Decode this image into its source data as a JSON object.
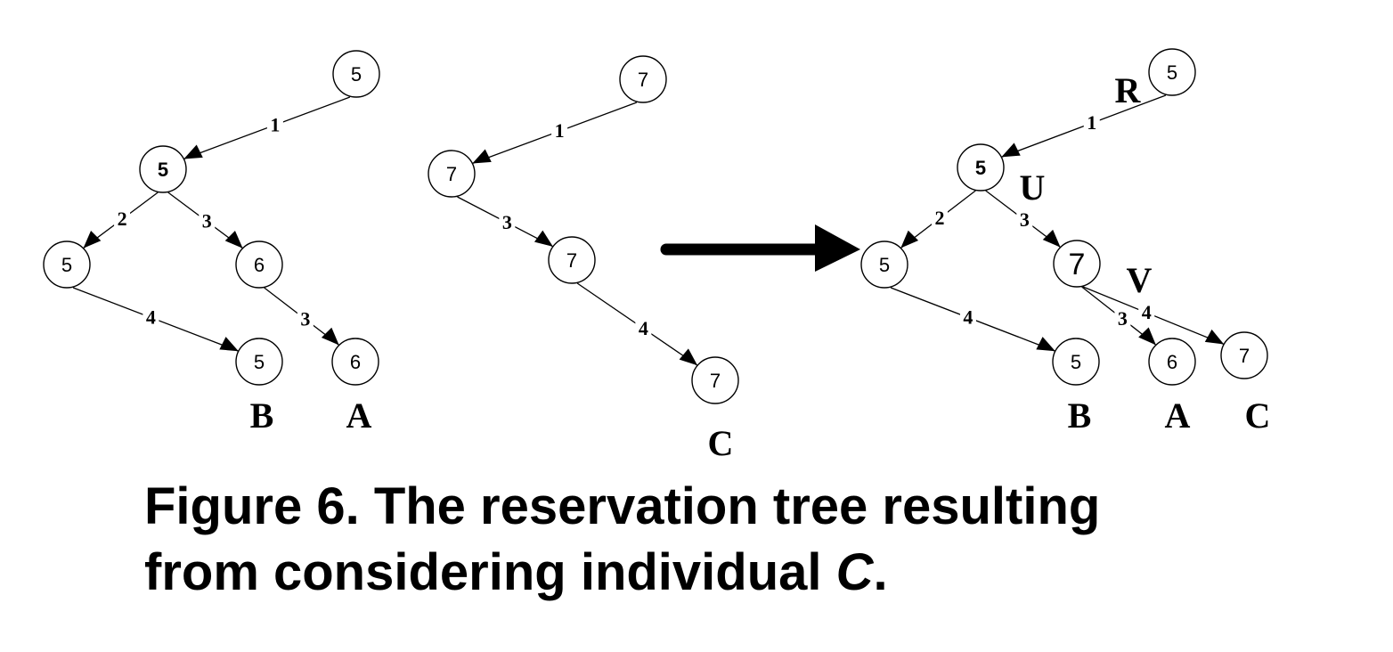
{
  "trees": [
    {
      "nodes": [
        {
          "id": "t1n1",
          "label": "5"
        },
        {
          "id": "t1n2",
          "label": "5",
          "bold": true
        },
        {
          "id": "t1n3",
          "label": "5"
        },
        {
          "id": "t1n4",
          "label": "6"
        },
        {
          "id": "t1n5",
          "label": "5"
        },
        {
          "id": "t1n6",
          "label": "6"
        }
      ],
      "edges": [
        {
          "from": "t1n1",
          "to": "t1n2",
          "weight": "1"
        },
        {
          "from": "t1n2",
          "to": "t1n3",
          "weight": "2"
        },
        {
          "from": "t1n2",
          "to": "t1n4",
          "weight": "3"
        },
        {
          "from": "t1n3",
          "to": "t1n5",
          "weight": "4"
        },
        {
          "from": "t1n4",
          "to": "t1n6",
          "weight": "3"
        }
      ],
      "labels": [
        {
          "text": "B",
          "node": "t1n5"
        },
        {
          "text": "A",
          "node": "t1n6"
        }
      ]
    },
    {
      "nodes": [
        {
          "id": "t2n1",
          "label": "7"
        },
        {
          "id": "t2n2",
          "label": "7"
        },
        {
          "id": "t2n3",
          "label": "7"
        },
        {
          "id": "t2n4",
          "label": "7"
        }
      ],
      "edges": [
        {
          "from": "t2n1",
          "to": "t2n2",
          "weight": "1"
        },
        {
          "from": "t2n2",
          "to": "t2n3",
          "weight": "3"
        },
        {
          "from": "t2n3",
          "to": "t2n4",
          "weight": "4"
        }
      ],
      "labels": [
        {
          "text": "C",
          "node": "t2n4"
        }
      ]
    },
    {
      "nodes": [
        {
          "id": "t3n1",
          "label": "5"
        },
        {
          "id": "t3n2",
          "label": "5",
          "bold": true
        },
        {
          "id": "t3n3",
          "label": "5"
        },
        {
          "id": "t3n4",
          "label": "7",
          "large": true
        },
        {
          "id": "t3n5",
          "label": "5"
        },
        {
          "id": "t3n6",
          "label": "6"
        },
        {
          "id": "t3n7",
          "label": "7"
        }
      ],
      "edges": [
        {
          "from": "t3n1",
          "to": "t3n2",
          "weight": "1"
        },
        {
          "from": "t3n2",
          "to": "t3n3",
          "weight": "2"
        },
        {
          "from": "t3n2",
          "to": "t3n4",
          "weight": "3"
        },
        {
          "from": "t3n3",
          "to": "t3n5",
          "weight": "4"
        },
        {
          "from": "t3n4",
          "to": "t3n6",
          "weight": "3"
        },
        {
          "from": "t3n4",
          "to": "t3n7",
          "weight": "4"
        }
      ],
      "labels": [
        {
          "text": "R",
          "node": "t3n1"
        },
        {
          "text": "U",
          "node": "t3n2"
        },
        {
          "text": "V",
          "node": "t3n4"
        },
        {
          "text": "B",
          "node": "t3n5"
        },
        {
          "text": "A",
          "node": "t3n6"
        },
        {
          "text": "C",
          "node": "t3n7"
        }
      ]
    }
  ],
  "caption": {
    "line1": "Figure 6. The reservation tree resulting",
    "line2_prefix": "from considering individual ",
    "line2_italic": "C",
    "line2_suffix": "."
  }
}
